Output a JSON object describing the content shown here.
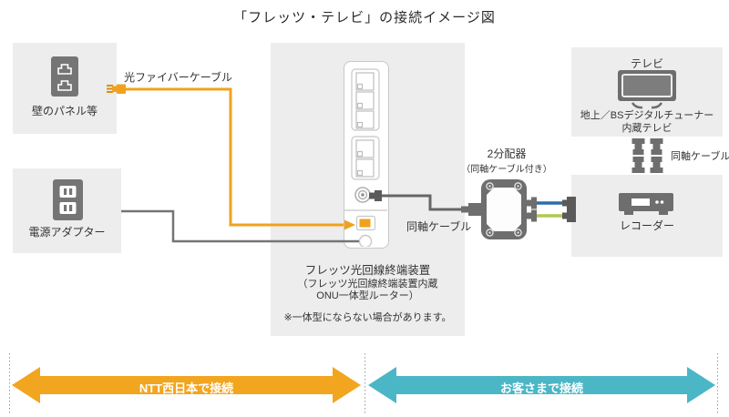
{
  "title": "「フレッツ・テレビ」の接続イメージ図",
  "colors": {
    "orange": "#F0A21E",
    "teal": "#4BB6C6",
    "blue": "#2E6DA8",
    "green": "#AFC94E",
    "device_gray": "#757575",
    "box_bg": "#EDEDED"
  },
  "nodes": {
    "wall_panel": {
      "label": "壁のパネル等"
    },
    "power_adapter": {
      "label": "電源アダプター"
    },
    "onu": {
      "name": "フレッツ光回線終端装置",
      "sub1": "（フレッツ光回線終端装置内蔵",
      "sub2": "ONU一体型ルーター）",
      "note": "※一体型にならない場合があります。"
    },
    "splitter": {
      "name": "2分配器",
      "sub": "（同軸ケーブル付き）"
    },
    "tv": {
      "label": "テレビ",
      "desc1": "地上／BSデジタルチューナー",
      "desc2": "内蔵テレビ"
    },
    "recorder": {
      "label": "レコーダー"
    }
  },
  "cables": {
    "fiber": {
      "label": "光ファイバーケーブル"
    },
    "coax_onu": {
      "label": "同軸ケーブル"
    },
    "coax_tv": {
      "label": "同軸ケーブル"
    }
  },
  "zones": {
    "ntt": {
      "label": "NTT西日本で接続"
    },
    "customer": {
      "label": "お客さまで接続"
    }
  }
}
